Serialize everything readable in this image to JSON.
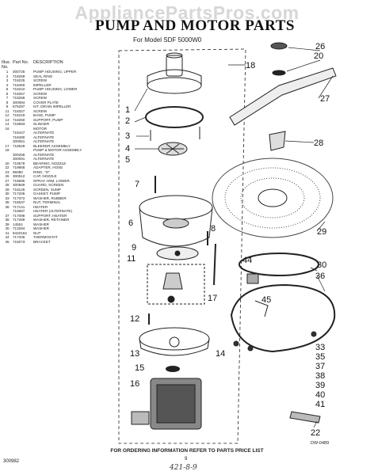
{
  "watermark": "AppliancePartsPros.com",
  "title": "PUMP AND MOTOR PARTS",
  "subtitle": "For Model SDF 5000W0",
  "parts_list": {
    "headers": {
      "illus": "Illus. No.",
      "part": "Part No.",
      "desc": "DESCRIPTION"
    },
    "rows": [
      {
        "no": "1",
        "part": "300725",
        "desc": "PUMP HOUSING, UPPER"
      },
      {
        "no": "2",
        "part": "718259",
        "desc": "SEAL RING"
      },
      {
        "no": "3",
        "part": "718225",
        "desc": "SCREW"
      },
      {
        "no": "4",
        "part": "718460",
        "desc": "IMPELLER"
      },
      {
        "no": "5",
        "part": "718222",
        "desc": "PUMP HOUSING, LOWER"
      },
      {
        "no": "6",
        "part": "718257",
        "desc": "SCREW"
      },
      {
        "no": "7",
        "part": "718258",
        "desc": "SCREW"
      },
      {
        "no": "8",
        "part": "300084",
        "desc": "COVER PLATE"
      },
      {
        "no": "9",
        "part": "675297",
        "desc": "KIT, DRAIN IMPELLER"
      },
      {
        "no": "11",
        "part": "718327",
        "desc": "SCREW"
      },
      {
        "no": "12",
        "part": "718219",
        "desc": "BASE, PUMP"
      },
      {
        "no": "13",
        "part": "718260",
        "desc": "SUPPORT, PUMP"
      },
      {
        "no": "14",
        "part": "718683",
        "desc": "SLINGER"
      },
      {
        "no": "16",
        "part": "",
        "desc": "MOTOR"
      },
      {
        "no": "",
        "part": "719447",
        "desc": "ALTERNATE"
      },
      {
        "no": "",
        "part": "718490",
        "desc": "ALTERNATE"
      },
      {
        "no": "",
        "part": "300061",
        "desc": "ALTERNATE"
      },
      {
        "no": "17",
        "part": "718629",
        "desc": "BLEEDER ASSEMBLY"
      },
      {
        "no": "18",
        "part": "",
        "desc": "PUMP & MOTOR ASSEMBLY"
      },
      {
        "no": "",
        "part": "300258",
        "desc": "ALTERNATE"
      },
      {
        "no": "",
        "part": "300091",
        "desc": "ALTERNATE"
      },
      {
        "no": "20",
        "part": "719578",
        "desc": "BEARING, NOZZLE"
      },
      {
        "no": "22",
        "part": "719958",
        "desc": "ADAPTER, HOSE"
      },
      {
        "no": "23",
        "part": "95080",
        "desc": "RING, \"O\""
      },
      {
        "no": "26",
        "part": "300512",
        "desc": "CAP, NOZZLE"
      },
      {
        "no": "27",
        "part": "718695",
        "desc": "SPRAY ARM, LOWER"
      },
      {
        "no": "28",
        "part": "300569",
        "desc": "GUARD, SCREEN"
      },
      {
        "no": "29",
        "part": "718126",
        "desc": "SCREEN, SUMP"
      },
      {
        "no": "30",
        "part": "717206",
        "desc": "GASKET, PUMP"
      },
      {
        "no": "33",
        "part": "717372",
        "desc": "WASHER, RUBBER"
      },
      {
        "no": "35",
        "part": "718537",
        "desc": "NUT, TERMINAL"
      },
      {
        "no": "36",
        "part": "717141",
        "desc": "HEATER"
      },
      {
        "no": "",
        "part": "719687",
        "desc": "HEATER (ALTERNATE)"
      },
      {
        "no": "37",
        "part": "717098",
        "desc": "SUPPORT, HEATER"
      },
      {
        "no": "38",
        "part": "717289",
        "desc": "WASHER, RETAINER"
      },
      {
        "no": "39",
        "part": "14551",
        "desc": "WASHER"
      },
      {
        "no": "40",
        "part": "713284",
        "desc": "WASHER"
      },
      {
        "no": "41",
        "part": "9420162",
        "desc": "NUT"
      },
      {
        "no": "44",
        "part": "717206",
        "desc": "THERMOSTAT"
      },
      {
        "no": "45",
        "part": "715073",
        "desc": "BRACKET"
      }
    ]
  },
  "callouts": [
    "1",
    "2",
    "3",
    "4",
    "5",
    "6",
    "7",
    "8",
    "9",
    "11",
    "12",
    "13",
    "14",
    "15",
    "16",
    "17",
    "18",
    "20",
    "22",
    "26",
    "27",
    "28",
    "29",
    "30",
    "33",
    "35",
    "36",
    "37",
    "38",
    "39",
    "40",
    "41",
    "44",
    "45"
  ],
  "drawing_number": "DW-0489",
  "footer": "FOR ORDERING INFORMATION REFER TO PARTS PRICE LIST",
  "page_number": "9",
  "doc_code": "300982",
  "handwriting": "421-8-9"
}
